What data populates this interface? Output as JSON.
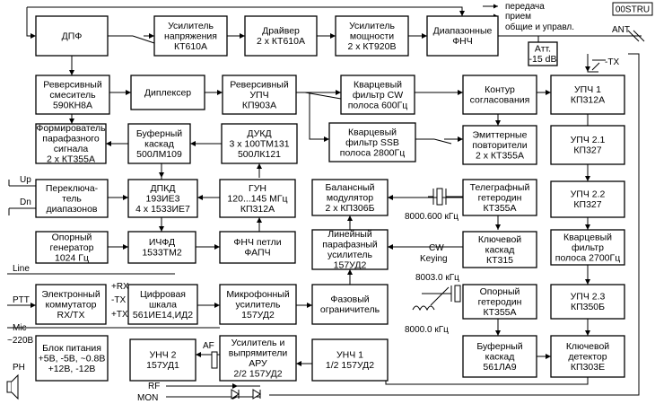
{
  "corner_tag": "00STRU",
  "legend": {
    "tx": "передача",
    "rx": "прием",
    "common": "общие и управл."
  },
  "blocks": {
    "dpf": [
      "ДПФ"
    ],
    "amp_v": [
      "Усилитель",
      "напряжения",
      "КТ610А"
    ],
    "driver": [
      "Драйвер",
      "2 х КТ610А"
    ],
    "pa": [
      "Усилитель",
      "мощности",
      "2 х КТ920В"
    ],
    "lpf_band": [
      "Диапазонные",
      "ФНЧ"
    ],
    "att": [
      "Атт.",
      "-15 dB"
    ],
    "rev_mixer": [
      "Реверсивный",
      "смеситель",
      "590КН8А"
    ],
    "diplexer": [
      "Диплексер"
    ],
    "rev_if": [
      "Реверсивный",
      "УПЧ",
      "КП903А"
    ],
    "filter_cw": [
      "Кварцевый",
      "фильтр CW",
      "полоса 600Гц"
    ],
    "contour": [
      "Контур",
      "согласования"
    ],
    "if1": [
      "УПЧ  1",
      "КП312А"
    ],
    "phaser": [
      "Формирователь",
      "парафазного",
      "сигнала",
      "2 х КТ355А"
    ],
    "buffer_500": [
      "Буферный",
      "каскад",
      "500ЛМ109"
    ],
    "dukd": [
      "ДУКД",
      "3 х 100ТМ131",
      "500ЛК121"
    ],
    "filter_ssb": [
      "Кварцевый",
      "фильтр SSB",
      "полоса 2800Гц"
    ],
    "emitter": [
      "Эмиттерные",
      "повторители",
      "2 х КТ355А"
    ],
    "if21": [
      "УПЧ 2.1",
      "КП327"
    ],
    "band_switch": [
      "Переключа-",
      "тель",
      "диапазонов"
    ],
    "dpkd": [
      "ДПКД",
      "193ИЕ3",
      "4 х 1533ИЕ7"
    ],
    "gun": [
      "ГУН",
      "120...145 МГц",
      "КП312А"
    ],
    "bal_mod": [
      "Балансный",
      "модулятор",
      "2 х КП306Б"
    ],
    "tel_gen": [
      "Телеграфный",
      "гетеродин",
      "КТ355А"
    ],
    "if22": [
      "УПЧ 2.2",
      "КП327"
    ],
    "ref_gen": [
      "Опорный",
      "генератор",
      "1024 Гц"
    ],
    "ifd": [
      "ИЧФД",
      "1533ТМ2"
    ],
    "pll_lpf": [
      "ФНЧ петли",
      "ФАПЧ"
    ],
    "lin_amp": [
      "Линейный",
      "парафазный",
      "усилитель",
      "157УД2"
    ],
    "key_stage": [
      "Ключевой",
      "каскад",
      "КТ315"
    ],
    "filter_2700": [
      "Кварцевый",
      "фильтр",
      "полоса 2700Гц"
    ],
    "switch_e": [
      "Электронный",
      "коммутатор",
      "RX/TX"
    ],
    "dig_scale": [
      "Цифровая",
      "шкала",
      "561ИЕ14,ИД2"
    ],
    "mic_amp": [
      "Микрофонный",
      "усилитель",
      "157УД2"
    ],
    "phase_lim": [
      "Фазовый",
      "ограничитель"
    ],
    "ref_osc": [
      "Опорный",
      "гетеродин",
      "КТ355А"
    ],
    "if23": [
      "УПЧ 2.3",
      "КП350Б"
    ],
    "psu": [
      "Блок питания",
      "+5В, -5В, ~0.8В",
      "+12В, -12В"
    ],
    "unch2": [
      "УНЧ 2",
      "157УД1"
    ],
    "agc": [
      "Усилитель и",
      "выпрямители",
      "АРУ",
      "2/2  157УД2"
    ],
    "unch1": [
      "УНЧ 1",
      "1/2  157УД2"
    ],
    "buf_561": [
      "Буферный",
      "каскад",
      "561ЛА9"
    ],
    "key_det": [
      "Ключевой",
      "детектор",
      "КП303Е"
    ]
  },
  "labels": {
    "ant": "ANT",
    "tx_ctrl": "-TX",
    "up": "Up",
    "dn": "Dn",
    "line": "Line",
    "ptt": "PTT",
    "rx_out": "+RX",
    "tx_out1": "-TX",
    "tx_out2": "+TX",
    "mic": "Mic",
    "mains": "~220В",
    "ph": "PH",
    "af": "AF",
    "rf": "RF",
    "mon": "MON",
    "cw_keying": [
      "CW",
      "Keying"
    ],
    "freq1": "8000.600 кГц",
    "freq2": "8003.0 кГц",
    "freq3": "8000.0 кГц"
  }
}
